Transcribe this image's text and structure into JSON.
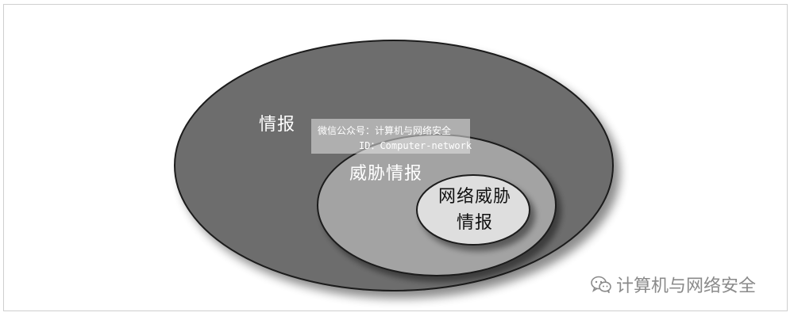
{
  "diagram": {
    "outer_label": "情报",
    "middle_label": "威胁情报",
    "inner_label": "网络威胁情报",
    "colors": {
      "outer_fill": "#6d6d6d",
      "middle_fill": "#a3a3a3",
      "inner_fill": "#dedede",
      "stroke": "#1a1a1a"
    }
  },
  "watermark": {
    "line1": "微信公众号：计算机与网络安全",
    "line2": "ID：Computer-network"
  },
  "brand": {
    "icon": "wechat-icon",
    "text": "计算机与网络安全"
  }
}
